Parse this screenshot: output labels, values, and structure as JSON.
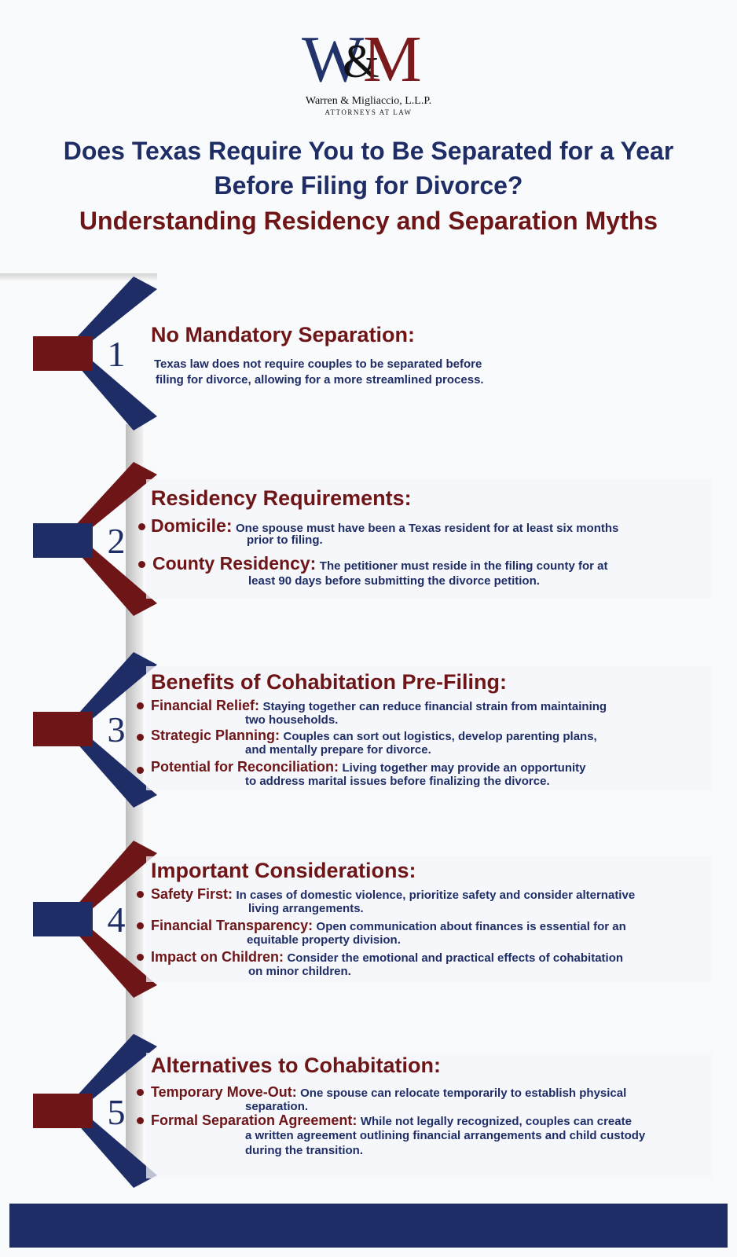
{
  "logo": {
    "w": "W",
    "amp": "&",
    "m": "M",
    "firm": "Warren & Migliaccio, L.L.P.",
    "sub": "ATTORNEYS AT LAW"
  },
  "title": {
    "line1": "Does Texas Require You to Be Separated for a Year",
    "line2": "Before Filing for Divorce?",
    "line3": "Understanding Residency and Separation Myths"
  },
  "colors": {
    "navy": "#1f2d66",
    "maroon": "#6e1517"
  },
  "sections": [
    {
      "number": "1",
      "heading": "No Mandatory Separation:",
      "text_line1": "Texas law does not require couples to be separated before",
      "text_line2": "filing for divorce, allowing for a more streamlined process."
    },
    {
      "number": "2",
      "heading": "Residency Requirements:",
      "bullets": [
        {
          "label": "Domicile:",
          "text": "One spouse must have been a Texas resident for at least six months",
          "cont": "prior to filing."
        },
        {
          "label": "County Residency:",
          "text": "The petitioner must reside in the filing county for at",
          "cont": "least 90 days before submitting the divorce petition."
        }
      ]
    },
    {
      "number": "3",
      "heading": "Benefits of Cohabitation Pre-Filing:",
      "bullets": [
        {
          "label": "Financial Relief:",
          "text": "Staying together can reduce financial strain from maintaining",
          "cont": "two households."
        },
        {
          "label": "Strategic Planning:",
          "text": "Couples can sort out logistics, develop parenting plans,",
          "cont": "and mentally prepare for divorce."
        },
        {
          "label": "Potential for Reconciliation:",
          "text": "Living together may provide an opportunity",
          "cont": "to address marital issues before finalizing the divorce."
        }
      ]
    },
    {
      "number": "4",
      "heading": "Important Considerations:",
      "bullets": [
        {
          "label": "Safety First:",
          "text": "In cases of domestic violence, prioritize safety and consider alternative",
          "cont": "living arrangements."
        },
        {
          "label": "Financial Transparency:",
          "text": "Open communication about finances is essential for an",
          "cont": "equitable property division."
        },
        {
          "label": "Impact on Children:",
          "text": "Consider the emotional and practical effects of cohabitation",
          "cont": "on minor children."
        }
      ]
    },
    {
      "number": "5",
      "heading": "Alternatives to Cohabitation:",
      "bullets": [
        {
          "label": "Temporary Move-Out:",
          "text": "One spouse can relocate temporarily to establish physical",
          "cont": "separation."
        },
        {
          "label": "Formal Separation Agreement:",
          "text": "While not legally recognized, couples can create",
          "cont": "a written agreement outlining financial arrangements and child custody",
          "cont2": "during the transition."
        }
      ]
    }
  ]
}
